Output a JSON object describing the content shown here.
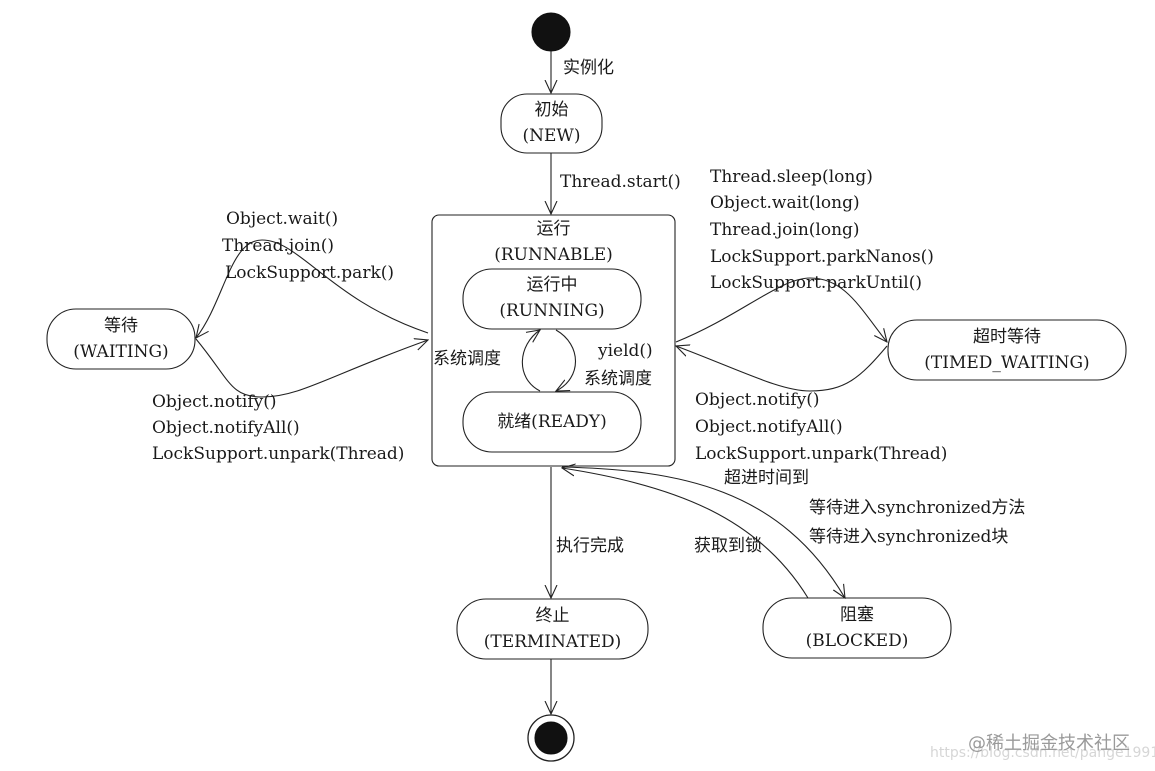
{
  "states": {
    "new": {
      "name": "初始",
      "code": "(NEW)"
    },
    "runnable": {
      "name": "运行",
      "code": "(RUNNABLE)"
    },
    "running": {
      "name": "运行中",
      "code": "(RUNNING)"
    },
    "ready": {
      "name": "就绪(READY)"
    },
    "waiting": {
      "name": "等待",
      "code": "(WAITING)"
    },
    "timed_waiting": {
      "name": "超时等待",
      "code": "(TIMED_WAITING)"
    },
    "terminated": {
      "name": "终止",
      "code": "(TERMINATED)"
    },
    "blocked": {
      "name": "阻塞",
      "code": "(BLOCKED)"
    }
  },
  "transitions": {
    "instantiate": "实例化",
    "thread_start": "Thread.start()",
    "to_waiting": [
      "Object.wait()",
      "Thread.join()",
      "LockSupport.park()"
    ],
    "from_waiting": [
      "Object.notify()",
      "Object.notifyAll()",
      "LockSupport.unpark(Thread)"
    ],
    "to_timed_waiting": [
      "Thread.sleep(long)",
      "Object.wait(long)",
      "Thread.join(long)",
      "LockSupport.parkNanos()",
      "LockSupport.parkUntil()"
    ],
    "from_timed_waiting": [
      "Object.notify()",
      "Object.notifyAll()",
      "LockSupport.unpark(Thread)",
      "超进时间到"
    ],
    "scheduler_left": "系统调度",
    "yield": "yield()",
    "scheduler_right": "系统调度",
    "finish": "执行完成",
    "acquire_lock": "获取到锁",
    "to_blocked": [
      "等待进入synchronized方法",
      "等待进入synchronized块"
    ]
  },
  "watermark": {
    "site": "@稀土掘金技术社区",
    "url": "https://blog.csdn.net/pange1991"
  }
}
